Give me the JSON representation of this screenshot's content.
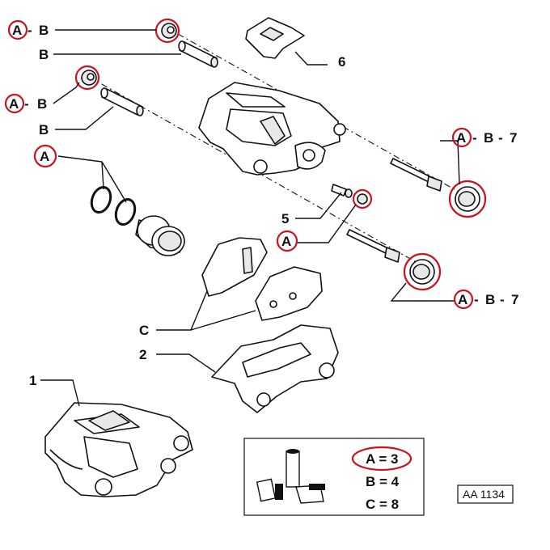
{
  "labels": {
    "a": "A",
    "b": "B",
    "c": "C",
    "sep": "-",
    "seven": "7",
    "n1": "1",
    "n2": "2",
    "n5": "5",
    "n6": "6"
  },
  "legend": {
    "a_value": "A = 3",
    "b_value": "B = 4",
    "c_value": "C = 8"
  },
  "reference": "AA 1134",
  "colors": {
    "highlight": "#c8141e",
    "ink": "#111111"
  }
}
